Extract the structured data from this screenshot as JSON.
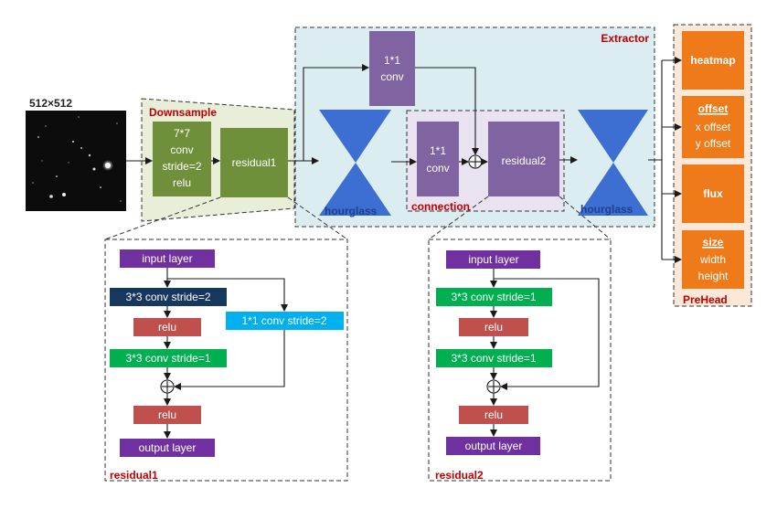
{
  "input_image": {
    "size_label": "512×512"
  },
  "downsample": {
    "title": "Downsample",
    "conv_lines": [
      "7*7",
      "conv",
      "stride=2",
      "relu"
    ],
    "residual": "residual1"
  },
  "extractor": {
    "title": "Extractor",
    "top_conv_lines": [
      "1*1",
      "conv"
    ],
    "hourglass1": "hourglass",
    "connection_title": "connection",
    "conn_conv_lines": [
      "1*1",
      "conv"
    ],
    "residual": "residual2",
    "hourglass2": "hourglass"
  },
  "prehead": {
    "title": "PreHead",
    "heatmap": "heatmap",
    "offset": {
      "title": "offset",
      "sub1": "x offset",
      "sub2": "y offset"
    },
    "flux": "flux",
    "size": {
      "title": "size",
      "sub1": "width",
      "sub2": "height"
    }
  },
  "residual1_detail": {
    "title": "residual1",
    "input": "input layer",
    "conv1": "3*3 conv stride=2",
    "relu1": "relu",
    "skip": "1*1 conv stride=2",
    "conv2": "3*3 conv stride=1",
    "relu2": "relu",
    "output": "output layer"
  },
  "residual2_detail": {
    "title": "residual2",
    "input": "input layer",
    "conv1": "3*3 conv stride=1",
    "relu1": "relu",
    "conv2": "3*3 conv stride=1",
    "relu2": "relu",
    "output": "output layer"
  },
  "colors": {
    "green": "#6f8f3a",
    "purple": "#8064a2",
    "blue_hourglass": "#3c6fd1",
    "orange": "#ef7a1a",
    "extractor_bg": "#dcedf2",
    "downsample_bg": "#e8eed8",
    "prehead_bg": "#fbe8d8",
    "connection_bg": "#e9e2f0",
    "violet": "#7030a0",
    "navy": "#17375e",
    "cyan": "#00b0f0",
    "brick": "#c0504d",
    "bright_green": "#00b050"
  }
}
